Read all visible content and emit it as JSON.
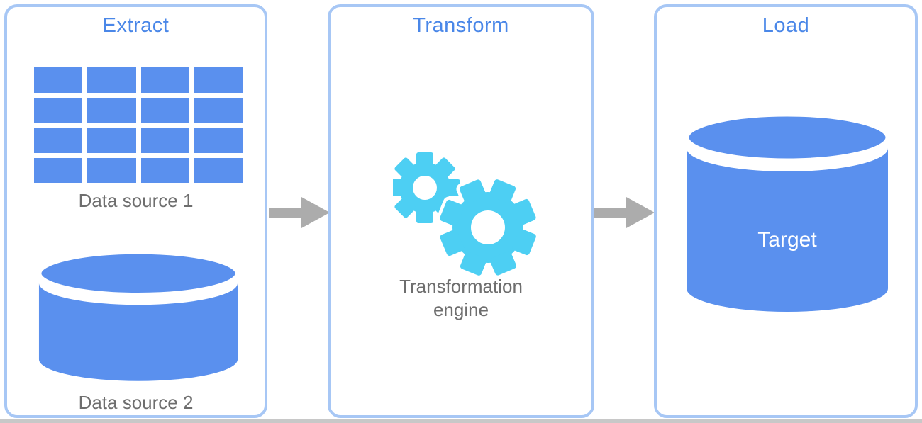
{
  "colors": {
    "panel_border": "#a7c7f5",
    "stage_title": "#4a87e8",
    "shape_blue": "#5a90ee",
    "gear_cyan": "#4dcff3",
    "label_gray": "#6e6e6e",
    "target_label_white": "#ffffff",
    "arrow_gray": "#acacac",
    "bottom_bar_gray": "#c8c8c8"
  },
  "stages": {
    "extract": {
      "title": "Extract",
      "source1_label": "Data source 1",
      "source2_label": "Data source 2"
    },
    "transform": {
      "title": "Transform",
      "engine_label_line1": "Transformation",
      "engine_label_line2": "engine"
    },
    "load": {
      "title": "Load",
      "target_label": "Target"
    }
  },
  "icons": {
    "table-grid-icon": "4x4 grid of blue table cells",
    "database-cylinder-icon": "blue database cylinder",
    "gears-icon": "two cyan cog wheels",
    "arrow-right-icon": "gray right-pointing arrow"
  }
}
